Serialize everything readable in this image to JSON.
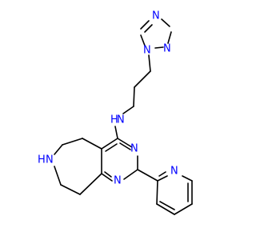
{
  "molecule": {
    "atom_labels": {
      "triazole_n1": "N",
      "triazole_n2": "N",
      "triazole_n4": "N",
      "amine_n": "N",
      "amine_h": "H",
      "pyrimidine_n3": "N",
      "pyrimidine_n1": "N",
      "azepine_nh_h": "H",
      "azepine_nh_n": "N",
      "pyridine_n": "N"
    },
    "colors": {
      "bond": "#000000",
      "heteroatom": "#0000ff",
      "background": "#ffffff"
    }
  }
}
